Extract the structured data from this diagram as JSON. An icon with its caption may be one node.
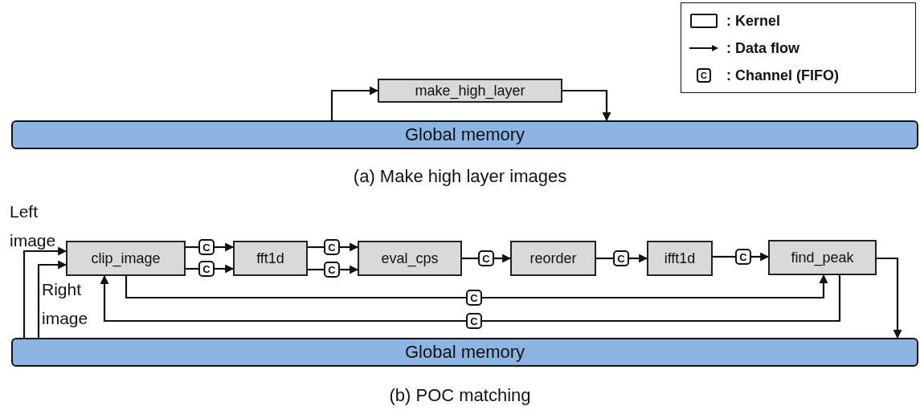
{
  "diagram": {
    "nodes": [
      {
        "text": [
          "Global memory"
        ]
      },
      {
        "text": [
          "make_high_layer"
        ]
      },
      {
        "text": [
          "Global memory"
        ]
      },
      {
        "text": [
          "clip_image"
        ]
      },
      {
        "text": [
          "fft1d"
        ]
      },
      {
        "text": [
          "eval_cps"
        ]
      },
      {
        "text": [
          "reorder"
        ]
      },
      {
        "text": [
          "ifft1d"
        ]
      },
      {
        "text": [
          "find_peak"
        ]
      },
      {
        "text": [
          "C"
        ]
      },
      {
        "text": [
          "C"
        ]
      },
      {
        "text": [
          "C"
        ]
      },
      {
        "text": [
          "C"
        ]
      },
      {
        "text": [
          "C"
        ]
      },
      {
        "text": [
          "C"
        ]
      },
      {
        "text": [
          "C"
        ]
      },
      {
        "text": [
          "C"
        ]
      },
      {
        "text": [
          "C"
        ]
      }
    ],
    "edges": [
      {
        "from": 0,
        "to": 1,
        "arrow": "to"
      },
      {
        "from": 1,
        "to": 0,
        "arrow": "to"
      },
      {
        "from": 2,
        "to": 3,
        "arrow": "to",
        "label": "Left image"
      },
      {
        "from": 2,
        "to": 3,
        "arrow": "to",
        "label": "Right image"
      },
      {
        "from": 3,
        "to": 9,
        "arrow": "none"
      },
      {
        "from": 9,
        "to": 4,
        "arrow": "to"
      },
      {
        "from": 3,
        "to": 10,
        "arrow": "none"
      },
      {
        "from": 10,
        "to": 4,
        "arrow": "to"
      },
      {
        "from": 4,
        "to": 11,
        "arrow": "none"
      },
      {
        "from": 11,
        "to": 5,
        "arrow": "to"
      },
      {
        "from": 4,
        "to": 12,
        "arrow": "none"
      },
      {
        "from": 12,
        "to": 5,
        "arrow": "to"
      },
      {
        "from": 5,
        "to": 13,
        "arrow": "none"
      },
      {
        "from": 13,
        "to": 6,
        "arrow": "to"
      },
      {
        "from": 6,
        "to": 14,
        "arrow": "none"
      },
      {
        "from": 14,
        "to": 7,
        "arrow": "to"
      },
      {
        "from": 7,
        "to": 15,
        "arrow": "none"
      },
      {
        "from": 15,
        "to": 8,
        "arrow": "to"
      },
      {
        "from": 3,
        "to": 16,
        "arrow": "none"
      },
      {
        "from": 16,
        "to": 8,
        "arrow": "to"
      },
      {
        "from": 8,
        "to": 17,
        "arrow": "none"
      },
      {
        "from": 17,
        "to": 3,
        "arrow": "to"
      },
      {
        "from": 8,
        "to": 2,
        "arrow": "to"
      }
    ],
    "labels": [
      "C",
      "(a) Make high layer images",
      "(b) POC matching"
    ],
    "legend": [
      {
        "text": ": Kernel"
      },
      {
        "text": ": Data flow"
      },
      {
        "text": ": Channel (FIFO)"
      }
    ]
  }
}
